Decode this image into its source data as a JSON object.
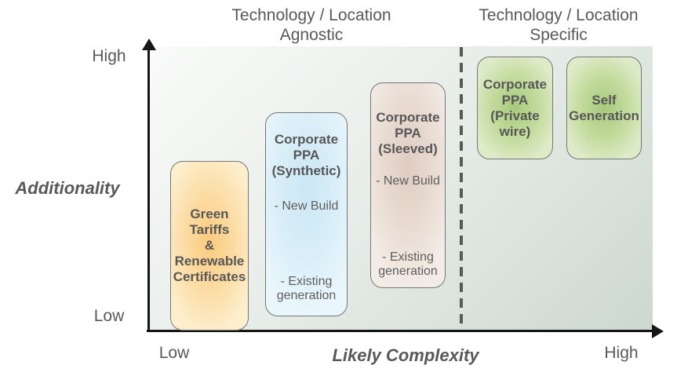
{
  "headers": {
    "agnostic": "Technology / Location\nAgnostic",
    "specific": "Technology / Location\nSpecific"
  },
  "axes": {
    "y_title": "Additionality",
    "y_high": "High",
    "y_low": "Low",
    "x_title": "Likely Complexity",
    "x_low": "Low",
    "x_high": "High"
  },
  "boxes": {
    "green_tariffs": {
      "title": "Green\nTariffs\n&\nRenewable\nCertificates"
    },
    "ppa_synthetic": {
      "title": "Corporate\nPPA\n(Synthetic)",
      "item_new_build": "- New Build",
      "item_existing": "- Existing\ngeneration"
    },
    "ppa_sleeved": {
      "title": "Corporate\nPPA\n(Sleeved)",
      "item_new_build": "- New Build",
      "item_existing": "- Existing\ngeneration"
    },
    "ppa_private_wire": {
      "title": "Corporate\nPPA\n(Private\nwire)"
    },
    "self_generation": {
      "title": "Self\nGeneration"
    }
  },
  "colors": {
    "text": "#595959",
    "title": "#575757",
    "item": "#5e5e5e",
    "axis": "#151515",
    "dash": "#595959",
    "border": "#767676",
    "plot_light": "#fafbfa",
    "plot_dark": "#ccd8cf",
    "orange_center": "#fbca7d",
    "orange_edge": "#fdeecd",
    "blue_center": "#cbe7f4",
    "blue_edge": "#e9f6fb",
    "tan_center": "#dfccc1",
    "tan_edge": "#f3ece6",
    "green_center": "#a7ca7b",
    "green_edge": "#ddebc8"
  }
}
